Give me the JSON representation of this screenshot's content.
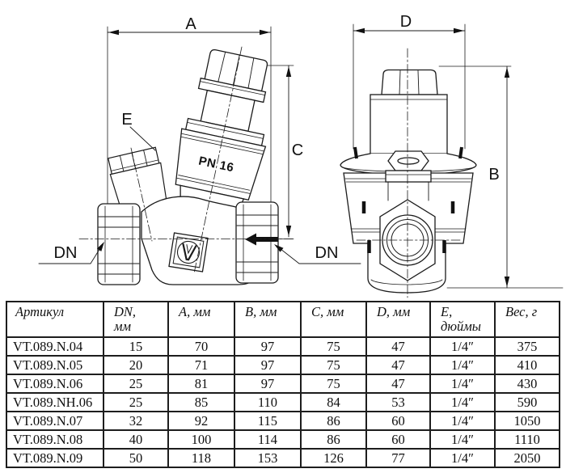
{
  "drawing": {
    "left_view": {
      "dim_a": "A",
      "dim_c": "C",
      "dim_e": "E",
      "dn_left": "DN",
      "dn_right": "DN",
      "marking": "PN 16"
    },
    "right_view": {
      "dim_d": "D",
      "dim_b": "B"
    }
  },
  "table": {
    "headers": [
      {
        "line1": "Артикул",
        "line2": ""
      },
      {
        "line1": "DN,",
        "line2": "мм"
      },
      {
        "line1": "A, мм",
        "line2": ""
      },
      {
        "line1": "B, мм",
        "line2": ""
      },
      {
        "line1": "C, мм",
        "line2": ""
      },
      {
        "line1": "D, мм",
        "line2": ""
      },
      {
        "line1": "E,",
        "line2": "дюймы"
      },
      {
        "line1": "Вес, г",
        "line2": ""
      }
    ],
    "rows": [
      {
        "article": "VT.089.N.04",
        "dn": "15",
        "a": "70",
        "b": "97",
        "c": "75",
        "d": "47",
        "e": "1/4″",
        "weight": "375"
      },
      {
        "article": "VT.089.N.05",
        "dn": "20",
        "a": "71",
        "b": "97",
        "c": "75",
        "d": "47",
        "e": "1/4″",
        "weight": "410"
      },
      {
        "article": "VT.089.N.06",
        "dn": "25",
        "a": "81",
        "b": "97",
        "c": "75",
        "d": "47",
        "e": "1/4″",
        "weight": "430"
      },
      {
        "article": "VT.089.NH.06",
        "dn": "25",
        "a": "85",
        "b": "110",
        "c": "84",
        "d": "53",
        "e": "1/4″",
        "weight": "590"
      },
      {
        "article": "VT.089.N.07",
        "dn": "32",
        "a": "92",
        "b": "115",
        "c": "86",
        "d": "60",
        "e": "1/4″",
        "weight": "1050"
      },
      {
        "article": "VT.089.N.08",
        "dn": "40",
        "a": "100",
        "b": "114",
        "c": "86",
        "d": "60",
        "e": "1/4″",
        "weight": "1110"
      },
      {
        "article": "VT.089.N.09",
        "dn": "50",
        "a": "118",
        "b": "153",
        "c": "126",
        "d": "77",
        "e": "1/4″",
        "weight": "2050"
      }
    ]
  }
}
